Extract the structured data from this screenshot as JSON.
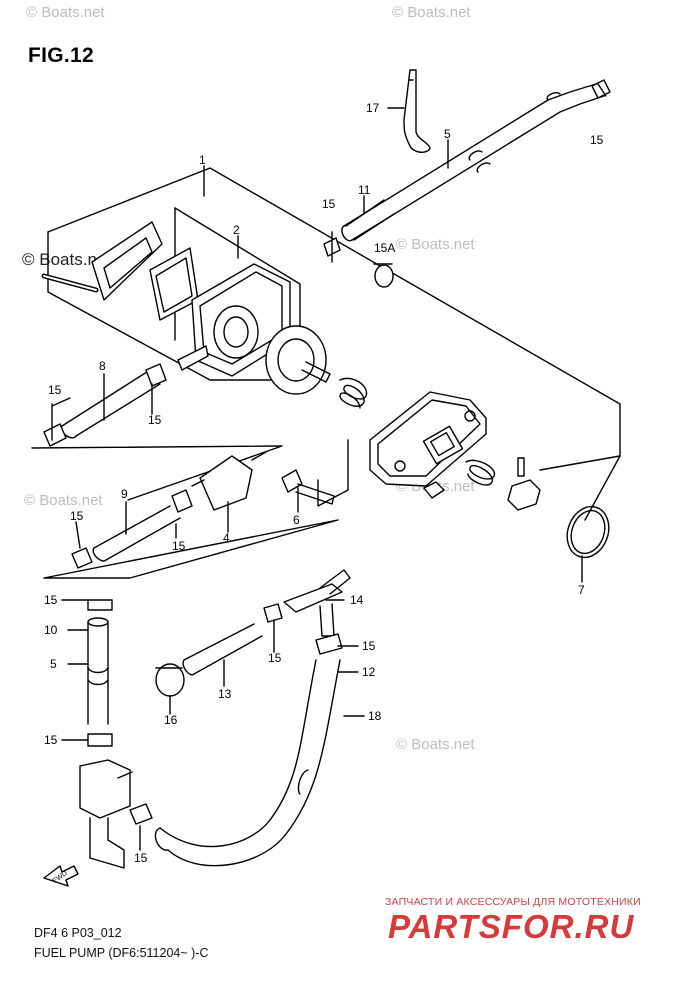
{
  "figure": {
    "title": "FIG.12",
    "code": "DF4 6 P03_012",
    "caption": "FUEL PUMP (DF6:511204~ )-C"
  },
  "watermarks": [
    "© Boats.net",
    "© Boats.net",
    "© Boats.net",
    "© Boats.net",
    "© Boats.net",
    "© Boats.net",
    "© Boats.net"
  ],
  "fwd_label": "FWD",
  "branding": {
    "subtitle": "ЗАПЧАСТИ И АКСЕССУАРЫ ДЛЯ МОТОТЕХНИКИ",
    "logo": "PARTSFOR.RU"
  },
  "callouts": [
    "17",
    "15",
    "5",
    "1",
    "11",
    "15",
    "2",
    "15A",
    "8",
    "15",
    "15",
    "9",
    "15",
    "4",
    "6",
    "15",
    "7",
    "15",
    "10",
    "5",
    "14",
    "15",
    "12",
    "13",
    "16",
    "18",
    "15",
    "15"
  ]
}
